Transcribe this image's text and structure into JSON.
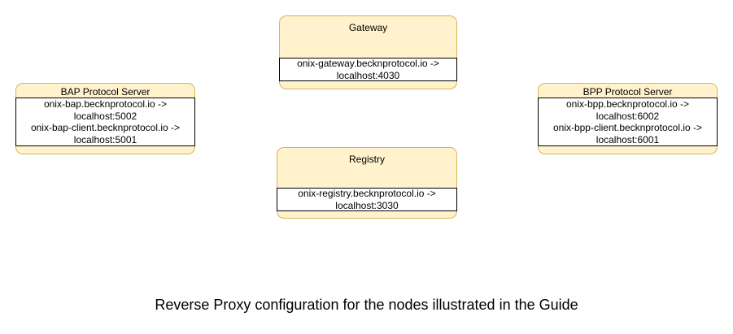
{
  "diagram": {
    "caption": "Reverse Proxy configuration for the nodes illustrated in the Guide",
    "colors": {
      "node_fill": "#FFF2CC",
      "node_border": "#D6B656",
      "mapping_fill": "#FFFFFF",
      "mapping_border": "#000000",
      "text": "#000000",
      "background": "#FFFFFF"
    },
    "nodes": [
      {
        "id": "gateway",
        "title": "Gateway",
        "mappings": [
          "onix-gateway.becknprotocol.io ->\nlocalhost:4030"
        ]
      },
      {
        "id": "bap-protocol-server",
        "title": "BAP Protocol Server",
        "mappings": [
          "onix-bap.becknprotocol.io ->\nlocalhost:5002",
          "onix-bap-client.becknprotocol.io ->\nlocalhost:5001"
        ]
      },
      {
        "id": "bpp-protocol-server",
        "title": "BPP Protocol Server",
        "mappings": [
          "onix-bpp.becknprotocol.io ->\nlocalhost:6002",
          "onix-bpp-client.becknprotocol.io ->\nlocalhost:6001"
        ]
      },
      {
        "id": "registry",
        "title": "Registry",
        "mappings": [
          "onix-registry.becknprotocol.io ->\nlocalhost:3030"
        ]
      }
    ]
  }
}
